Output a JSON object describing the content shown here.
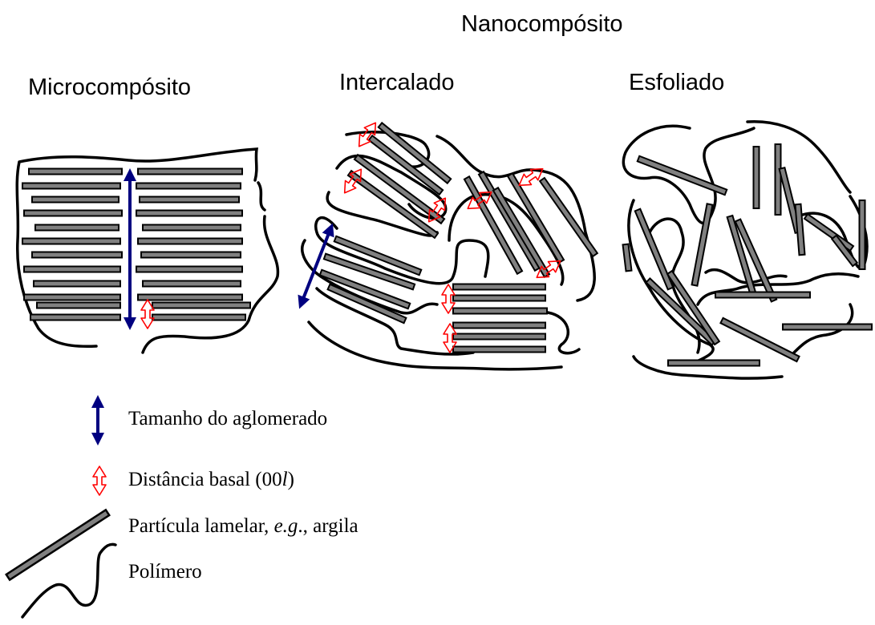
{
  "titles": {
    "nanocomposite": "Nanocompósito",
    "microcomposite": "Microcompósito",
    "intercalated": "Intercalado",
    "exfoliated": "Esfoliado"
  },
  "legend": {
    "aggregate_size": "Tamanho     do    aglomerado",
    "basal_distance_prefix": "Distância basal (00",
    "basal_distance_italic": "l",
    "basal_distance_suffix": ")",
    "particle_prefix": "Partícula lamelar, ",
    "particle_italic": "e.g",
    "particle_suffix": "., argila",
    "polymer": "Polímero"
  },
  "colors": {
    "polymer": "#000000",
    "platelet_fill": "#808080",
    "aggregate_arrow": "#000080",
    "basal_arrow": "#ff0000"
  }
}
